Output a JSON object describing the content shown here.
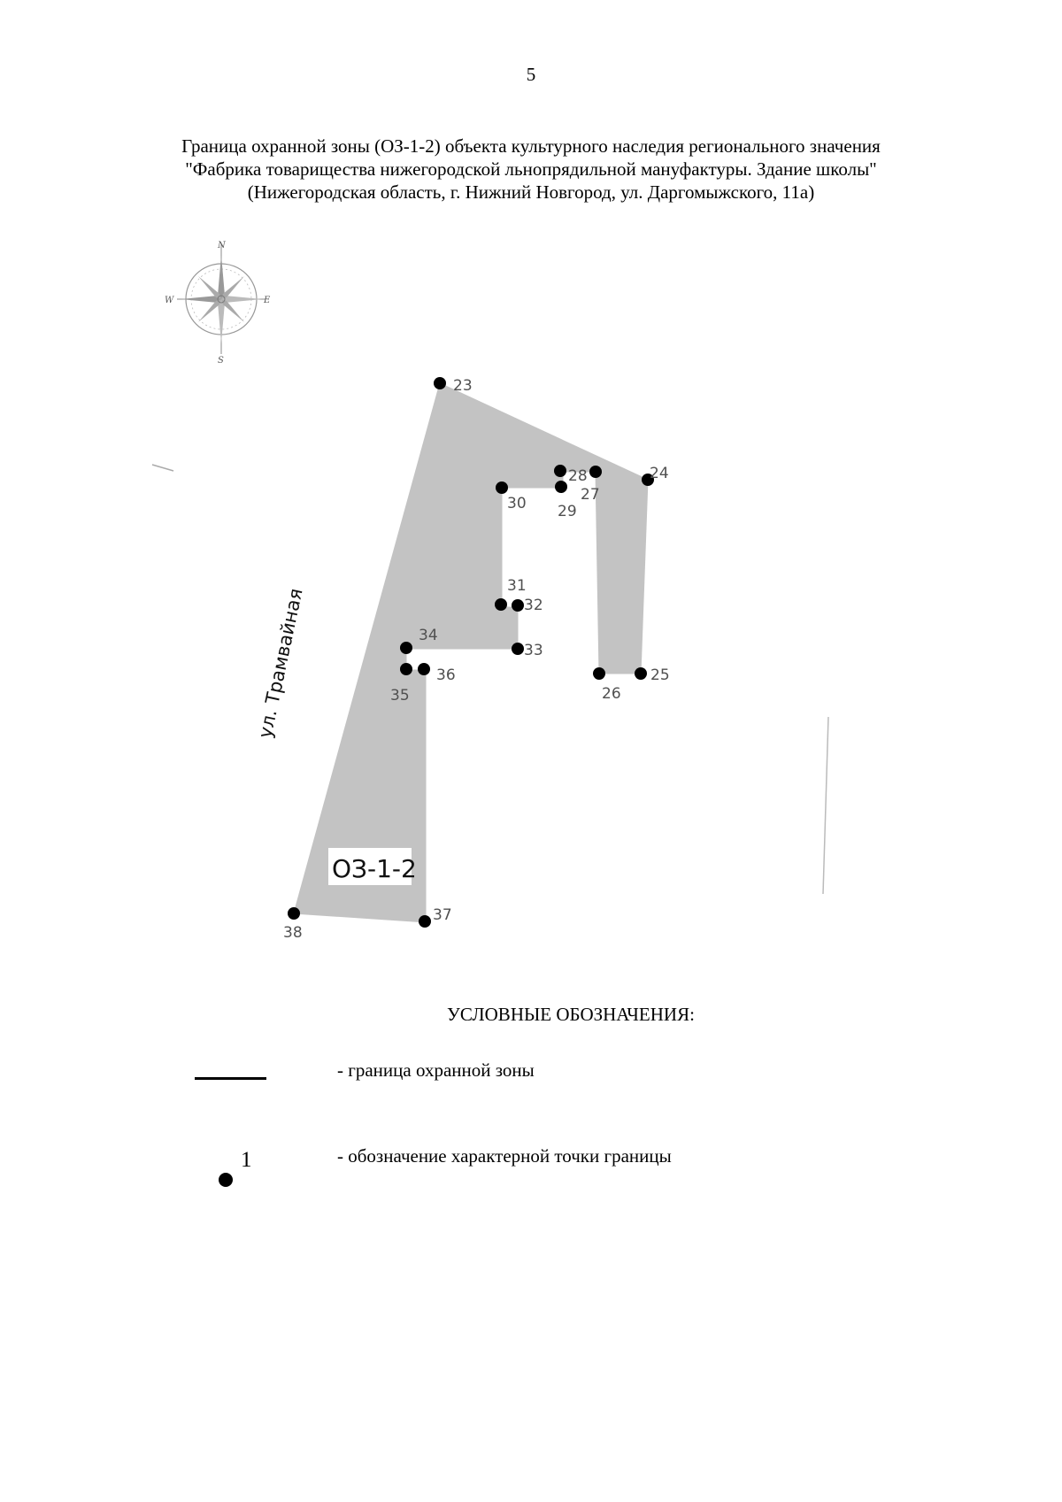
{
  "page_number": "5",
  "title": {
    "line1": "Граница охранной зоны (ОЗ-1-2) объекта культурного наследия регионального значения",
    "line2": "\"Фабрика товарищества нижегородской льнопрядильной мануфактуры. Здание школы\"",
    "line3": "(Нижегородская область, г. Нижний Новгород, ул. Даргомыжского, 11а)"
  },
  "map": {
    "compass": {
      "n": "N",
      "s": "S",
      "w": "W",
      "e": "E"
    },
    "street_label": "ул. Трамвайная",
    "zone_label": "ОЗ-1-2",
    "zone_fill": "#c3c3c3",
    "points": [
      {
        "id": "23",
        "label": "23"
      },
      {
        "id": "24",
        "label": "24"
      },
      {
        "id": "25",
        "label": "25"
      },
      {
        "id": "26",
        "label": "26"
      },
      {
        "id": "27",
        "label": "27"
      },
      {
        "id": "28",
        "label": "28"
      },
      {
        "id": "29",
        "label": "29"
      },
      {
        "id": "30",
        "label": "30"
      },
      {
        "id": "31",
        "label": "31"
      },
      {
        "id": "32",
        "label": "32"
      },
      {
        "id": "33",
        "label": "33"
      },
      {
        "id": "34",
        "label": "34"
      },
      {
        "id": "35",
        "label": "35"
      },
      {
        "id": "36",
        "label": "36"
      },
      {
        "id": "37",
        "label": "37"
      },
      {
        "id": "38",
        "label": "38"
      }
    ]
  },
  "legend": {
    "title": "УСЛОВНЫЕ ОБОЗНАЧЕНИЯ:",
    "boundary_text": "- граница охранной зоны",
    "point_symbol_number": "1",
    "point_text": "- обозначение характерной точки границы"
  }
}
